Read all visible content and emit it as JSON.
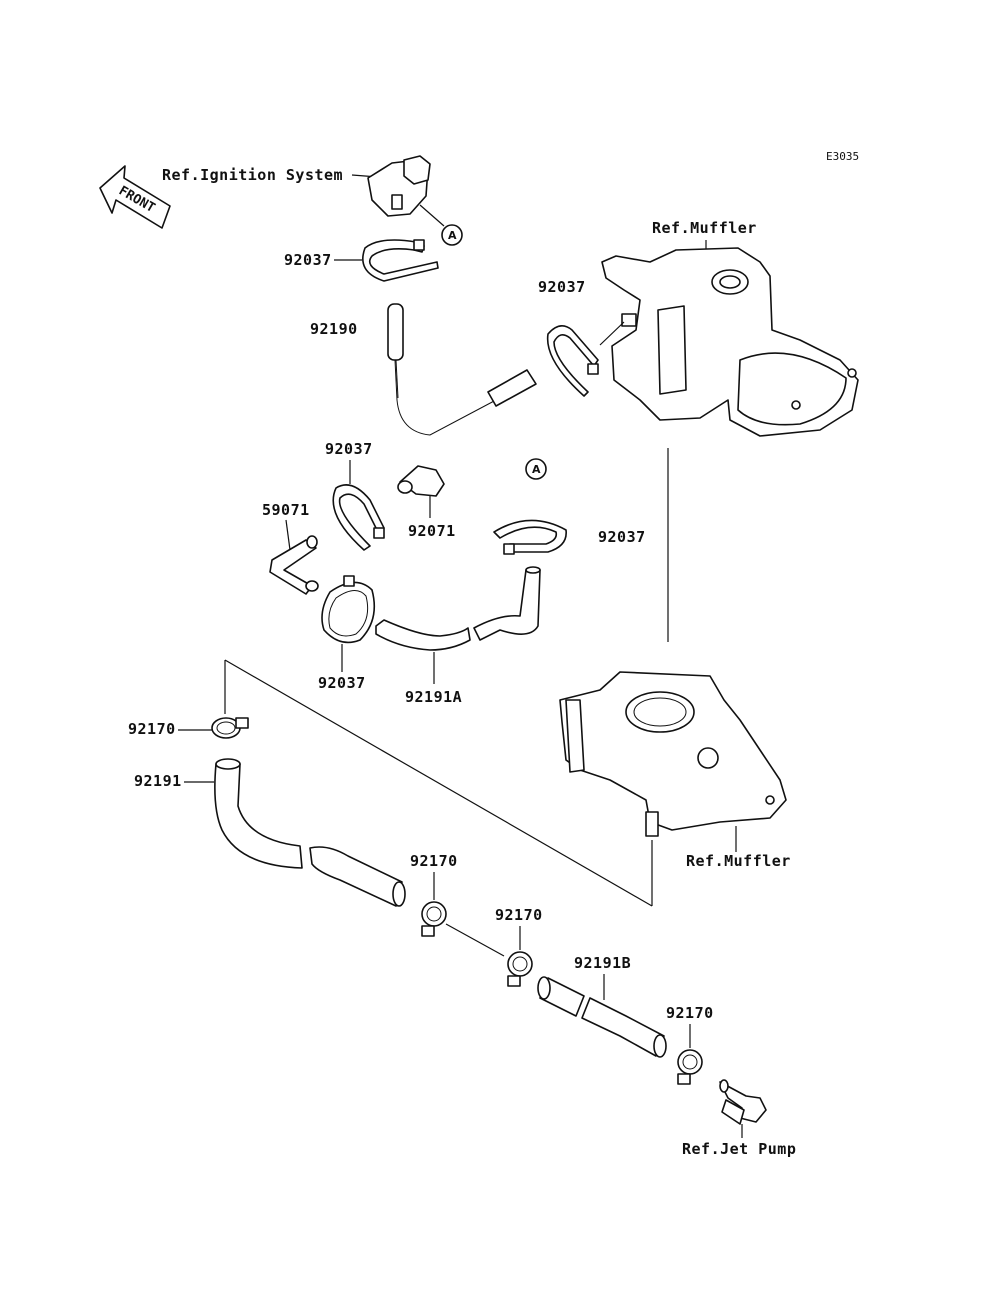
{
  "diagram_code": "E3035",
  "front_label": "FRONT",
  "references": {
    "ignition": "Ref.Ignition System",
    "muffler_top": "Ref.Muffler",
    "muffler_bottom": "Ref.Muffler",
    "jet_pump": "Ref.Jet Pump"
  },
  "connector_marks": {
    "a1": "A",
    "a2": "A"
  },
  "parts": {
    "p92037_a": "92037",
    "p92190": "92190",
    "p92037_b": "92037",
    "p92037_c": "92037",
    "p92071": "92071",
    "p59071": "59071",
    "p92037_d": "92037",
    "p92037_e": "92037",
    "p92191a": "92191A",
    "p92170_a": "92170",
    "p92191": "92191",
    "p92170_b": "92170",
    "p92170_c": "92170",
    "p92191b": "92191B",
    "p92170_d": "92170"
  }
}
